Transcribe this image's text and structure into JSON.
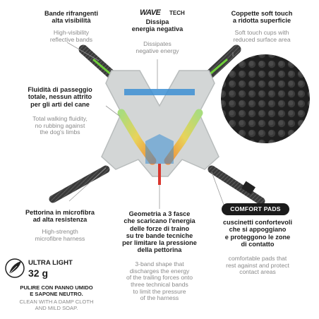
{
  "brand": {
    "logo": "WAVE",
    "tech": "TECH"
  },
  "reflective": {
    "it": "Bande rifrangenti\nalta visibilità",
    "en": "High-visibility\nreflective bands"
  },
  "wave": {
    "it": "Dissipa\nenergia negativa",
    "en": "Dissipates\nnegative energy"
  },
  "cups": {
    "it": "Coppette soft touch\na ridotta superficie",
    "en": "Soft touch cups with\nreduced surface area"
  },
  "fluidity": {
    "it": "Fluidità di passeggio\ntotale, nessun attrito\nper gli arti del cane",
    "en": "Total walking fluidity,\nno rubbing against\nthe dog's limbs"
  },
  "microfibre": {
    "it": "Pettorina in microfibra\nad alta resistenza",
    "en": "High-strength\nmicrofibre harness"
  },
  "geometry": {
    "it": "Geometria a 3 fasce\nche scaricano l'energia\ndelle forze di traino\nsu tre bande tecniche\nper limitare la pressione\ndella pettorina",
    "en": "3-band shape that\ndischarges the energy\nof the trailing forces onto\nthree technical bands\nto limit the pressure\nof the harness"
  },
  "comfort": {
    "badge": "COMFORT PADS",
    "it": "cuscinetti confortevoli\nche si appoggiano\ne proteggono le zone\ndi contatto",
    "en": "comfortable pads that\nrest against and protect\ncontact areas"
  },
  "weight": {
    "label": "ULTRA LIGHT",
    "value": "32 g"
  },
  "cleaning": {
    "it": "PULIRE CON PANNO UMIDO\nE SAPONE NEUTRO.",
    "en": "CLEAN WITH A DAMP CLOTH\nAND MILD SOAP."
  },
  "colors": {
    "harness": "#d3d6d6",
    "webbing": "#3a3a3a",
    "reflective": "#6fcf3a",
    "wave_green": "#8fd46a",
    "wave_yellow": "#e8d35a",
    "wave_orange": "#f08a3a",
    "wave_red": "#d9362e",
    "wave_blue": "#3c8fd4",
    "annotation_line": "#9a9a9a",
    "cup_texture": "#2a2a2a"
  }
}
